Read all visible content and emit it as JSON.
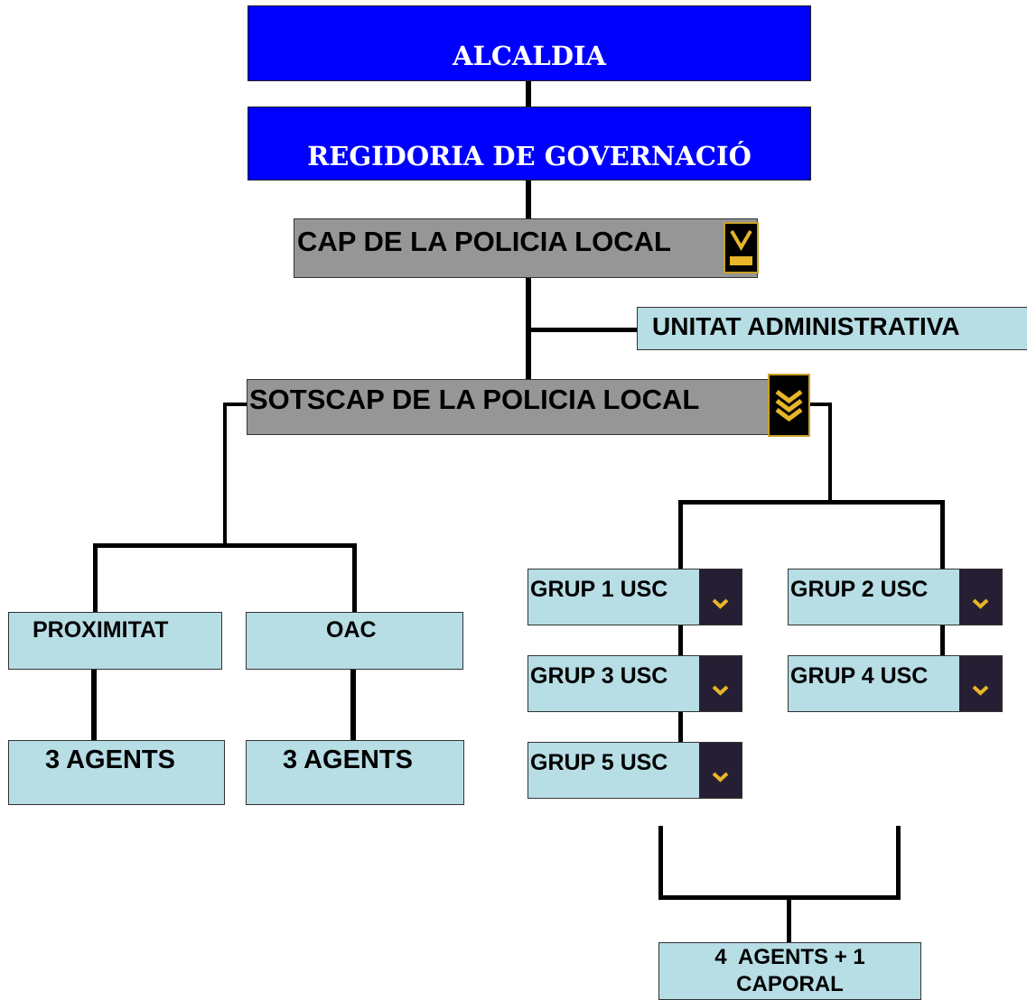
{
  "org_chart": {
    "alcaldia": "ALCALDIA",
    "regidoria": "REGIDORIA DE GOVERNACIÓ",
    "cap": {
      "label": "CAP DE LA POLICIA LOCAL",
      "icon": "rank-insignia-icon"
    },
    "unitat_administrativa": "UNITAT ADMINISTRATIVA",
    "sotscap": {
      "label": "SOTSCAP DE LA POLICIA LOCAL",
      "icon": "rank-insignia-icon"
    },
    "left_branch": {
      "proximitat": "PROXIMITAT",
      "oac": "OAC",
      "proximitat_agents": "3 AGENTS",
      "oac_agents": "3 AGENTS"
    },
    "usc_groups": [
      {
        "label": "GRUP 1 USC",
        "icon": "chevron-down-icon"
      },
      {
        "label": "GRUP 2 USC",
        "icon": "chevron-down-icon"
      },
      {
        "label": "GRUP 3 USC",
        "icon": "chevron-down-icon"
      },
      {
        "label": "GRUP 4 USC",
        "icon": "chevron-down-icon"
      },
      {
        "label": "GRUP 5 USC",
        "icon": "chevron-down-icon"
      }
    ],
    "group_staff": "4  AGENTS + 1 CAPORAL"
  },
  "colors": {
    "blue_box": "#0000ff",
    "gray_box": "#969696",
    "teal_box": "#b7dde5",
    "insignia_bg": "#000000",
    "insignia_gold": "#c9a227",
    "usc_badge_bg": "#261f33",
    "usc_chevron": "#e8b528"
  }
}
